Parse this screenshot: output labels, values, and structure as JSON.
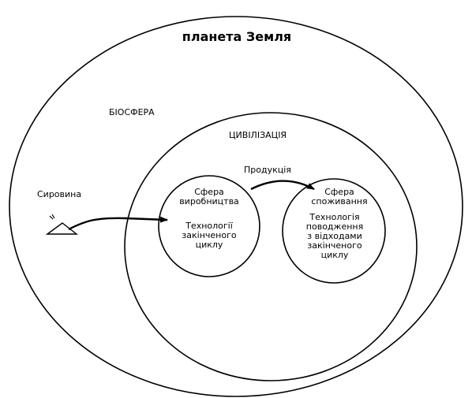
{
  "diagram": {
    "title": "планета Земля",
    "biosphere_label": "БІОСФЕРА",
    "civilization_label": "ЦИВІЛІЗАЦІЯ",
    "product_label": "Продукція",
    "raw_material_label": "Сировина",
    "production_sphere": {
      "title_line1": "Сфера",
      "title_line2": "виробництва",
      "tech_line1": "Технології",
      "tech_line2": "закінченого",
      "tech_line3": "циклу"
    },
    "consumption_sphere": {
      "title_line1": "Сфера",
      "title_line2": "споживання",
      "tech_line1": "Технологія",
      "tech_line2": "поводження",
      "tech_line3": "з відходами",
      "tech_line4": "закінченого",
      "tech_line5": "циклу"
    },
    "raw_material_icon": "mountain-icon"
  }
}
